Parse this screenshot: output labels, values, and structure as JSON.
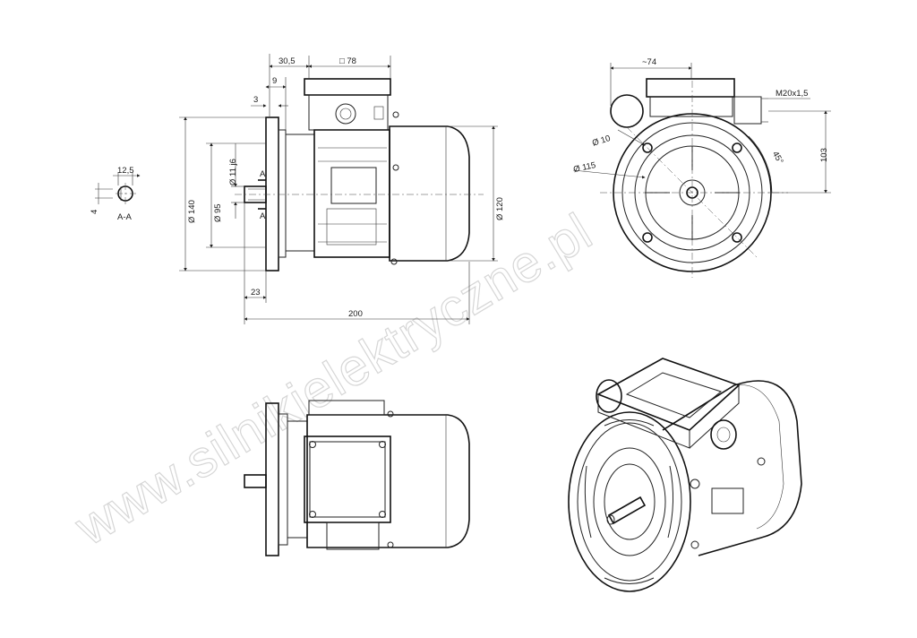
{
  "watermark": "www.silnikielektryczne.pl",
  "dimensions": {
    "d_30_5": "30,5",
    "d_sq78": "□ 78",
    "d_9": "9",
    "d_3": "3",
    "d_12_5": "12,5",
    "d_4": "4",
    "section_mark": "A",
    "section_label": "A-A",
    "d_140": "Ø 140",
    "d_95": "Ø 95",
    "d_11": "Ø 11 j6",
    "d_120": "Ø 120",
    "d_23": "23",
    "d_200": "200",
    "d_74": "~74",
    "d_m20": "M20x1,5",
    "d_10": "Ø 10",
    "d_115": "Ø 115",
    "d_45": "45°",
    "d_103": "103"
  }
}
